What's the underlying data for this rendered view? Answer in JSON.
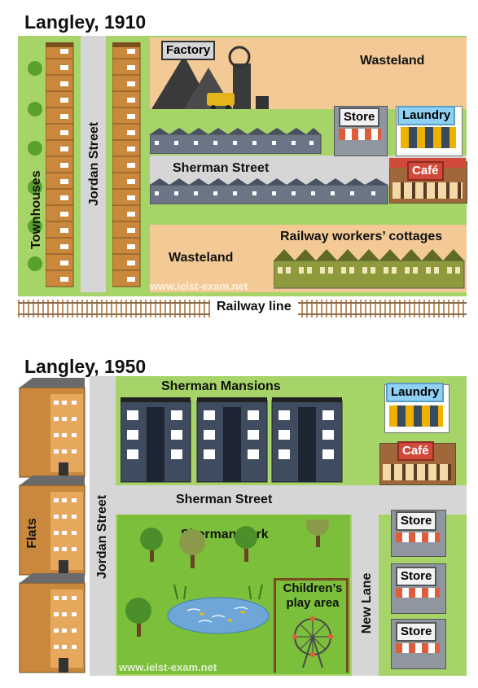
{
  "map1": {
    "title": "Langley, 1910",
    "labels": {
      "factory": "Factory",
      "wasteland_top": "Wasteland",
      "store": "Store",
      "laundry": "Laundry",
      "cafe": "Café",
      "sherman_street": "Sherman Street",
      "railway_cottages": "Railway workers’ cottages",
      "wasteland_bottom": "Wasteland",
      "townhouses": "Townhouses",
      "jordan_street": "Jordan Street",
      "railway_line": "Railway line"
    },
    "watermark": "www.ielst-exam.net"
  },
  "map2": {
    "title": "Langley, 1950",
    "labels": {
      "sherman_mansions": "Sherman Mansions",
      "laundry": "Laundry",
      "cafe": "Café",
      "sherman_street": "Sherman Street",
      "flats": "Flats",
      "jordan_street": "Jordan Street",
      "sherman_park": "Sherman Park",
      "play_area": "Children’s play area",
      "new_lane": "New Lane",
      "stores": [
        "Store",
        "Store",
        "Store"
      ]
    },
    "watermark": "www.ielst-exam.net"
  },
  "colors": {
    "grass": "#a6d468",
    "sand": "#f3c995",
    "road": "#d6d6d6",
    "building_grey": "#6b7585",
    "mansion_blue": "#3f4b5e",
    "flats_brown": "#c9883c",
    "water": "#6fa6d8",
    "cottage_olive": "#8e9a3c"
  }
}
